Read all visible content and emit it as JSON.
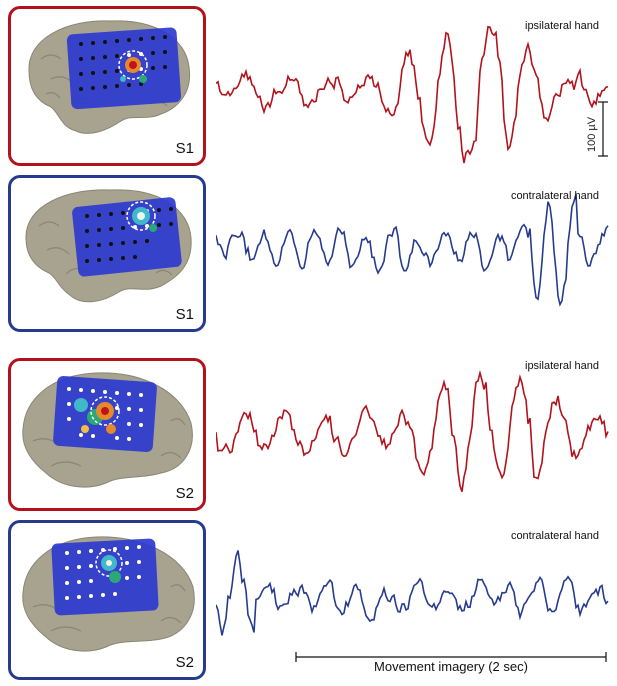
{
  "panels": [
    {
      "subject": "S1",
      "condition": "ipsilateral hand",
      "color": "#b3121c"
    },
    {
      "subject": "S1",
      "condition": "contralateral hand",
      "color": "#263b8e"
    },
    {
      "subject": "S2",
      "condition": "ipsilateral hand",
      "color": "#b3121c"
    },
    {
      "subject": "S2",
      "condition": "contralateral hand",
      "color": "#263b8e"
    }
  ],
  "scale_bar": {
    "label": "100 µV"
  },
  "time_bar": {
    "label": "Movement imagery (2 sec)"
  },
  "colors": {
    "brain": "#a8a38f",
    "grid": "#2e3ad0",
    "ipsilateral": "#b3121c",
    "contralateral": "#263b8e"
  }
}
